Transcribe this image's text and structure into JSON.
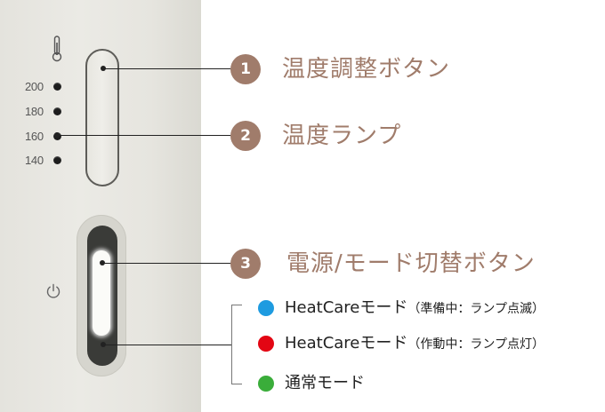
{
  "temperature_levels": [
    "200",
    "180",
    "160",
    "140"
  ],
  "callouts": [
    {
      "number": "1",
      "label": "温度調整ボタン"
    },
    {
      "number": "2",
      "label": "温度ランプ"
    },
    {
      "number": "3",
      "label": "電源/モード切替ボタン"
    }
  ],
  "modes": [
    {
      "name": "HeatCareモード",
      "note": "（準備中：ランプ点滅）",
      "color": "#1e9be0"
    },
    {
      "name": "HeatCareモード",
      "note": "（作動中：ランプ点灯）",
      "color": "#e30613"
    },
    {
      "name": "通常モード",
      "note": "",
      "color": "#3aad3a"
    }
  ],
  "colors": {
    "accent": "#a07c6b",
    "device_body": "#e8e7e1"
  },
  "icons": {
    "temperature": "thermometer-icon",
    "power": "power-icon"
  }
}
